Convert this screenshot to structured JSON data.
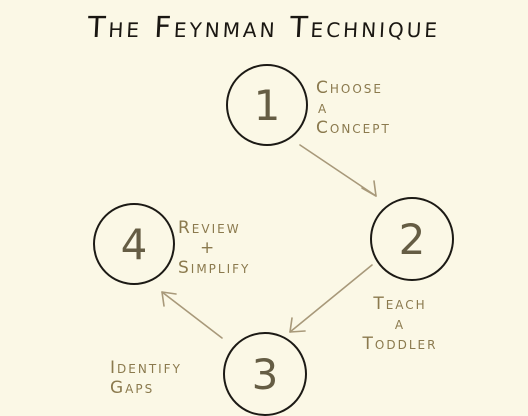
{
  "title": "The Feynman Technique",
  "steps": [
    {
      "number": "1",
      "lines": [
        "Choose",
        "a",
        "Concept"
      ]
    },
    {
      "number": "2",
      "lines": [
        "Teach",
        "a",
        "Toddler"
      ]
    },
    {
      "number": "3",
      "lines": [
        "Identify",
        "Gaps"
      ]
    },
    {
      "number": "4",
      "lines": [
        "Review",
        "+",
        "Simplify"
      ]
    }
  ],
  "colors": {
    "background": "#fbf8e6",
    "ink": "#1c1a15",
    "label": "#8b7a4e",
    "number": "#655d44"
  }
}
